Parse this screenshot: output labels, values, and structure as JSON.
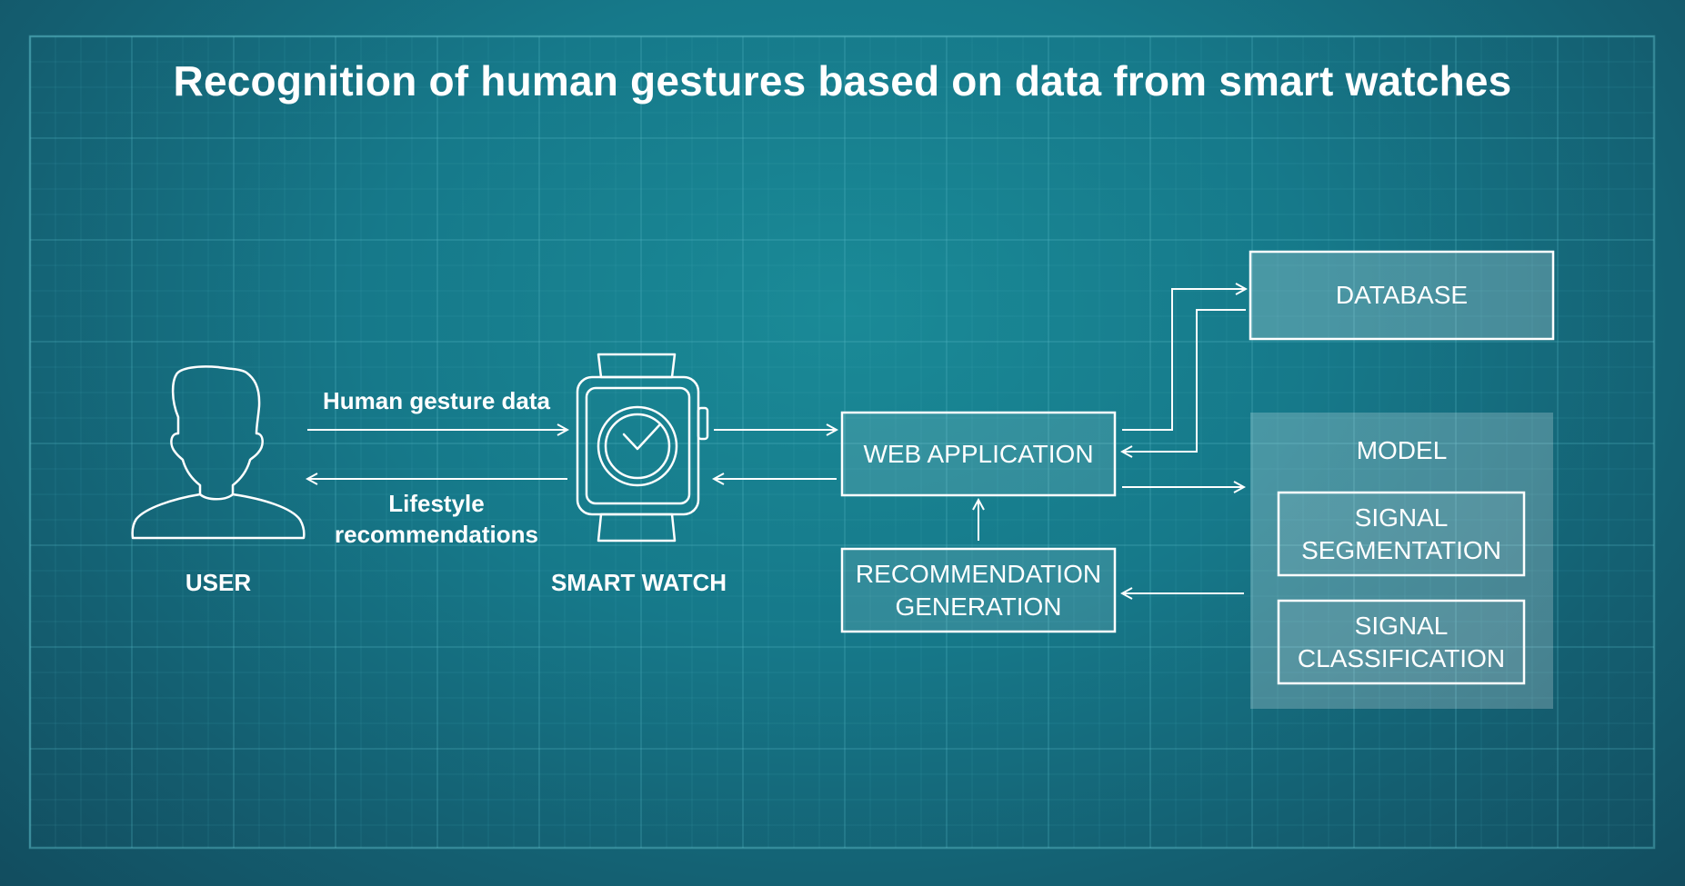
{
  "title": "Recognition of human gestures based on data from smart watches",
  "nodes": {
    "user": "USER",
    "smart_watch": "SMART WATCH",
    "web_application": "WEB APPLICATION",
    "recommendation_generation": [
      "RECOMMENDATION",
      "GENERATION"
    ],
    "database": "DATABASE",
    "model": "MODEL",
    "signal_segmentation": [
      "SIGNAL",
      "SEGMENTATION"
    ],
    "signal_classification": [
      "SIGNAL",
      "CLASSIFICATION"
    ]
  },
  "edges": {
    "user_to_watch": "Human gesture data",
    "watch_to_user": [
      "Lifestyle",
      "recommendations"
    ]
  },
  "icons": [
    "user-silhouette-icon",
    "smart-watch-icon"
  ],
  "colors": {
    "background": "#16798a",
    "line": "#ffffff",
    "grid": "#4fb0bd"
  }
}
